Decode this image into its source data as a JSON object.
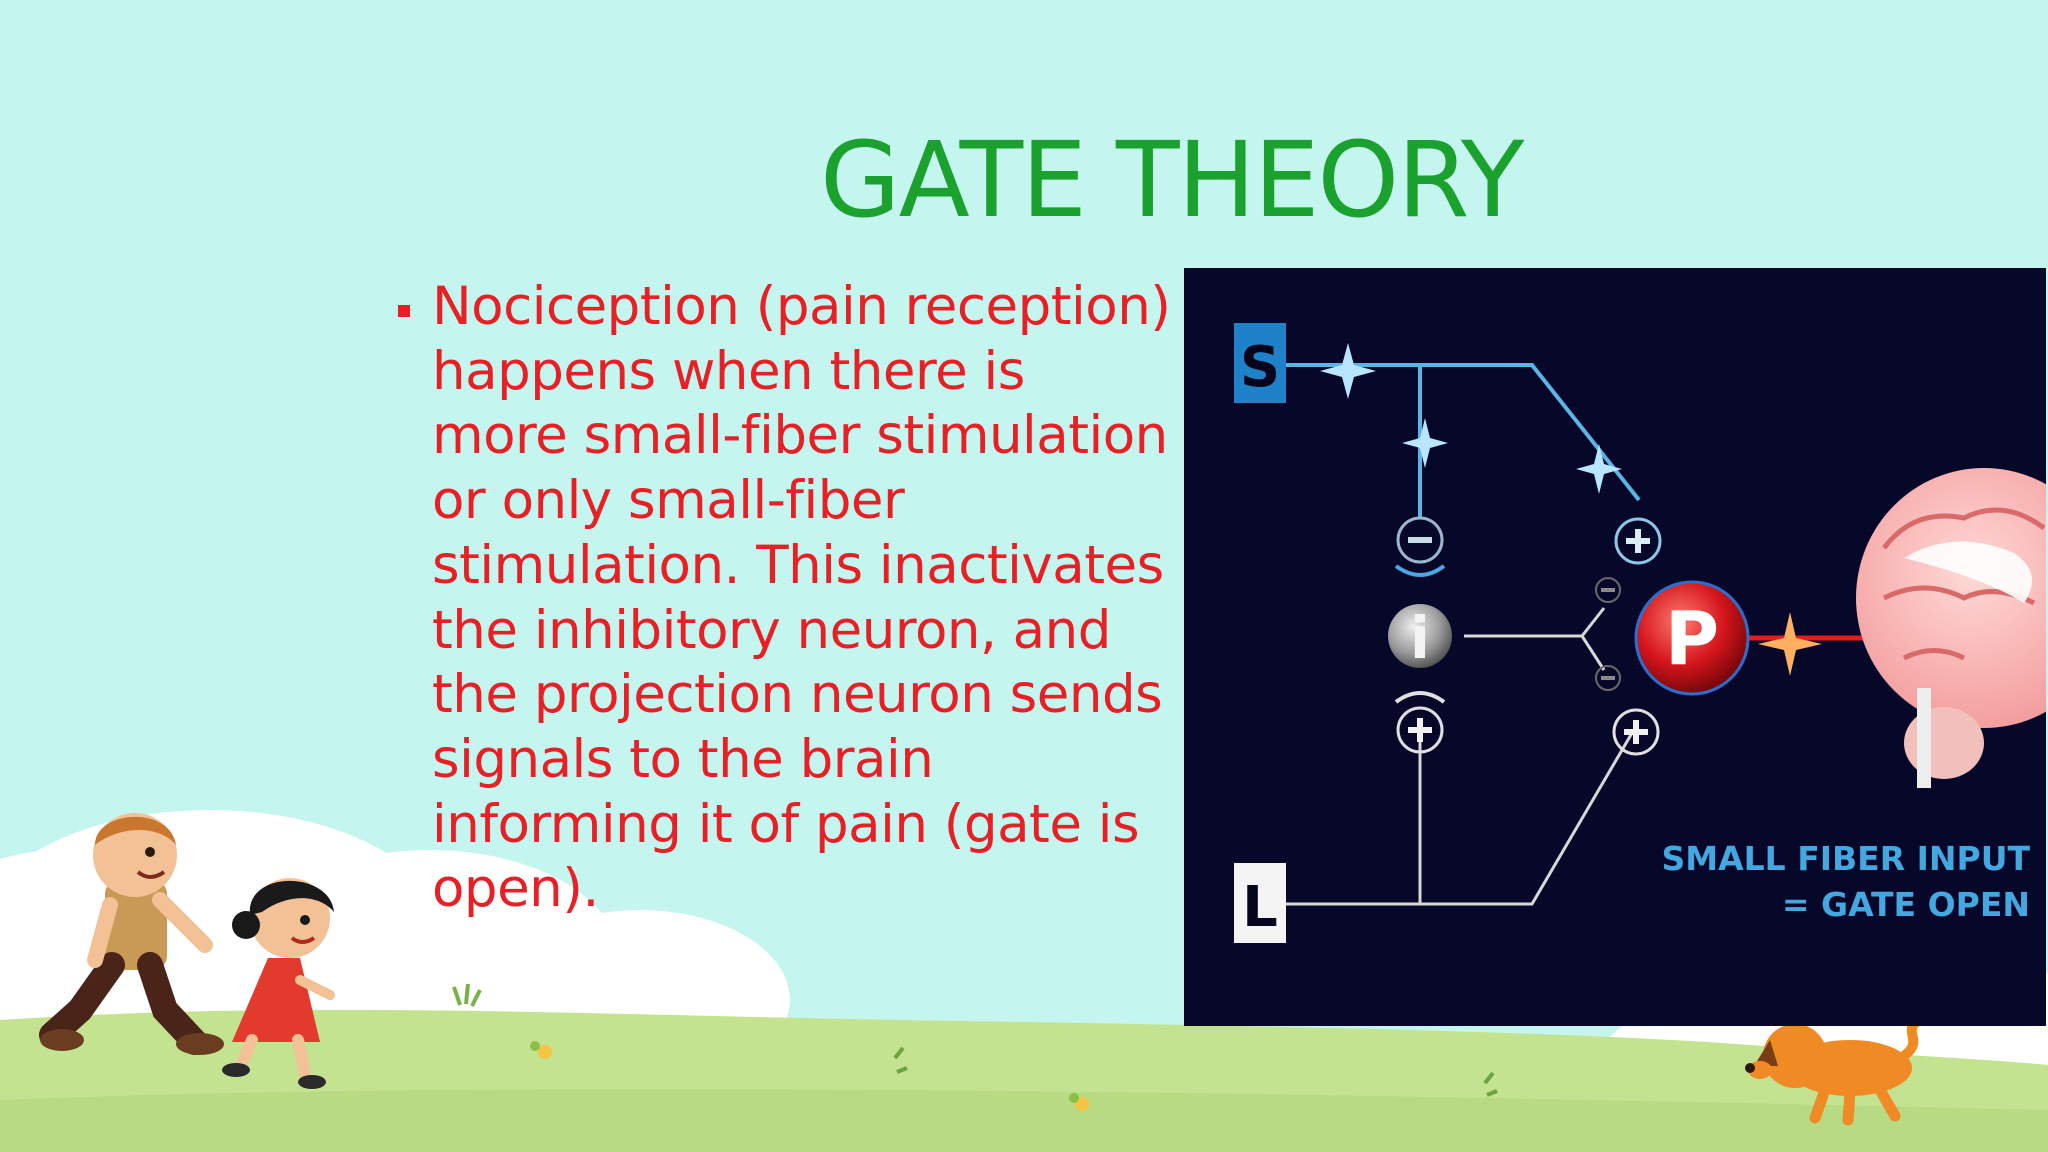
{
  "slide": {
    "title": "GATE THEORY",
    "bullet": "Nociception (pain reception) happens when there is more small-fiber stimulation or only small-fiber stimulation. This inactivates the inhibitory neuron, and the projection neuron sends signals to the brain informing it of pain (gate is open)."
  },
  "diagram": {
    "box_s": "S",
    "box_l": "L",
    "node_i": "i",
    "node_p": "P",
    "caption_line1": "SMALL FIBER INPUT",
    "caption_line2": "= GATE OPEN",
    "icons": [
      "plus-icon",
      "minus-icon",
      "spark-icon",
      "brain-icon"
    ]
  },
  "colors": {
    "background": "#c4f5ee",
    "title": "#1aa12e",
    "body_text": "#e81f24",
    "diagram_bg": "#07072a",
    "fiber_line": "#5bb3e6",
    "caption": "#43a7e0"
  }
}
